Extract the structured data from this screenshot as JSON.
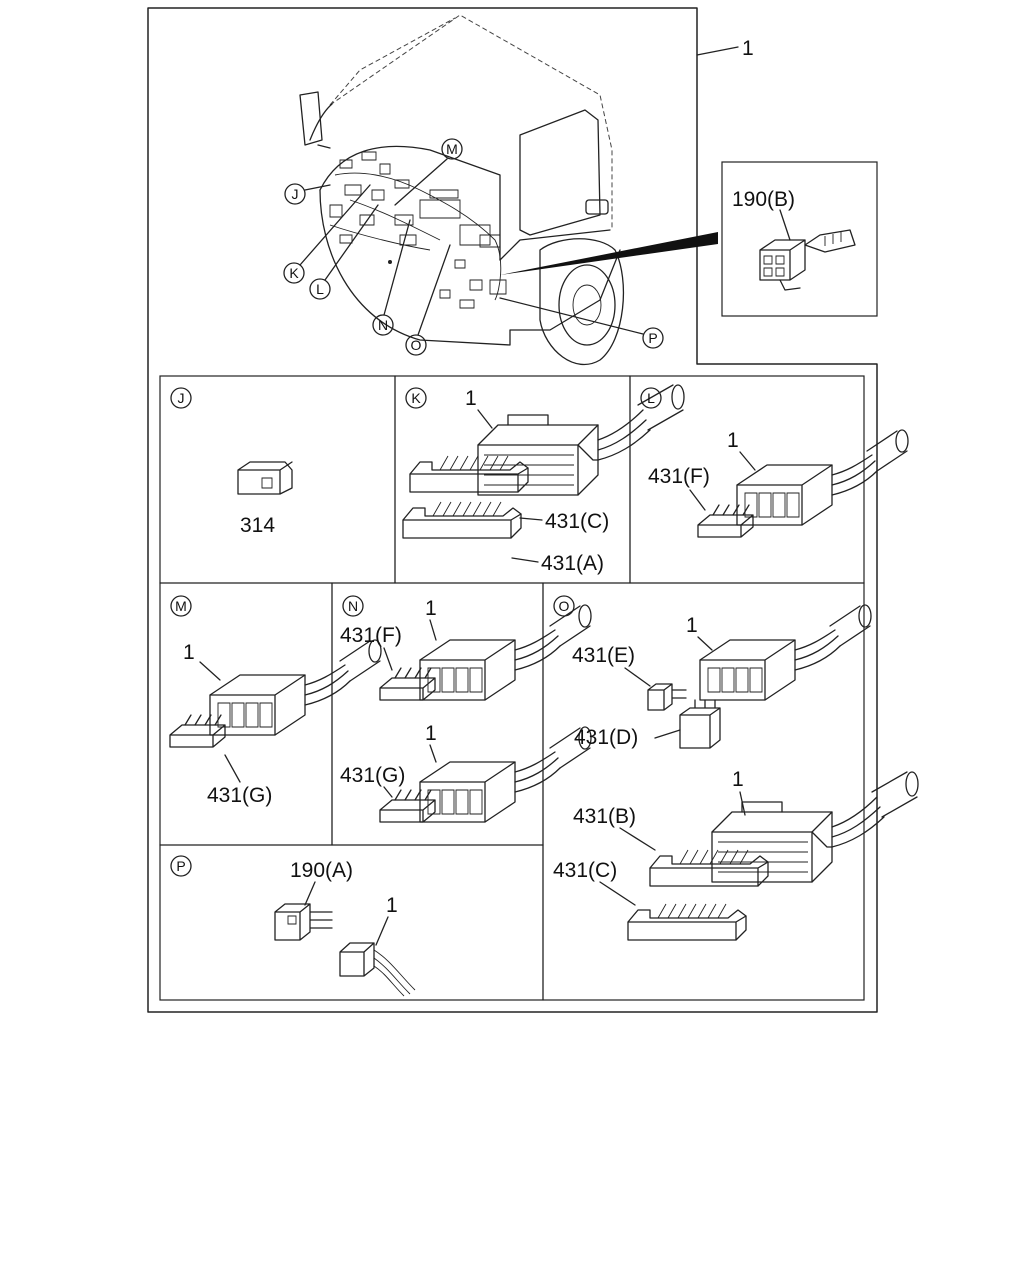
{
  "overview": {
    "ref_main": "1",
    "circle_letters": [
      "J",
      "K",
      "L",
      "M",
      "N",
      "O",
      "P"
    ],
    "inset_label": "190(B)"
  },
  "panels": {
    "J": {
      "letter": "J",
      "labels": [
        "314"
      ]
    },
    "K": {
      "letter": "K",
      "labels": [
        "1",
        "431(C)",
        "431(A)"
      ]
    },
    "L": {
      "letter": "L",
      "labels": [
        "1",
        "431(F)"
      ]
    },
    "M": {
      "letter": "M",
      "labels": [
        "1",
        "431(G)"
      ]
    },
    "N": {
      "letter": "N",
      "labels": [
        "431(F)",
        "1",
        "1",
        "431(G)"
      ]
    },
    "O": {
      "letter": "O",
      "labels": [
        "1",
        "431(E)",
        "431(D)",
        "1",
        "431(B)",
        "431(C)"
      ]
    },
    "P": {
      "letter": "P",
      "labels": [
        "190(A)",
        "1"
      ]
    }
  }
}
